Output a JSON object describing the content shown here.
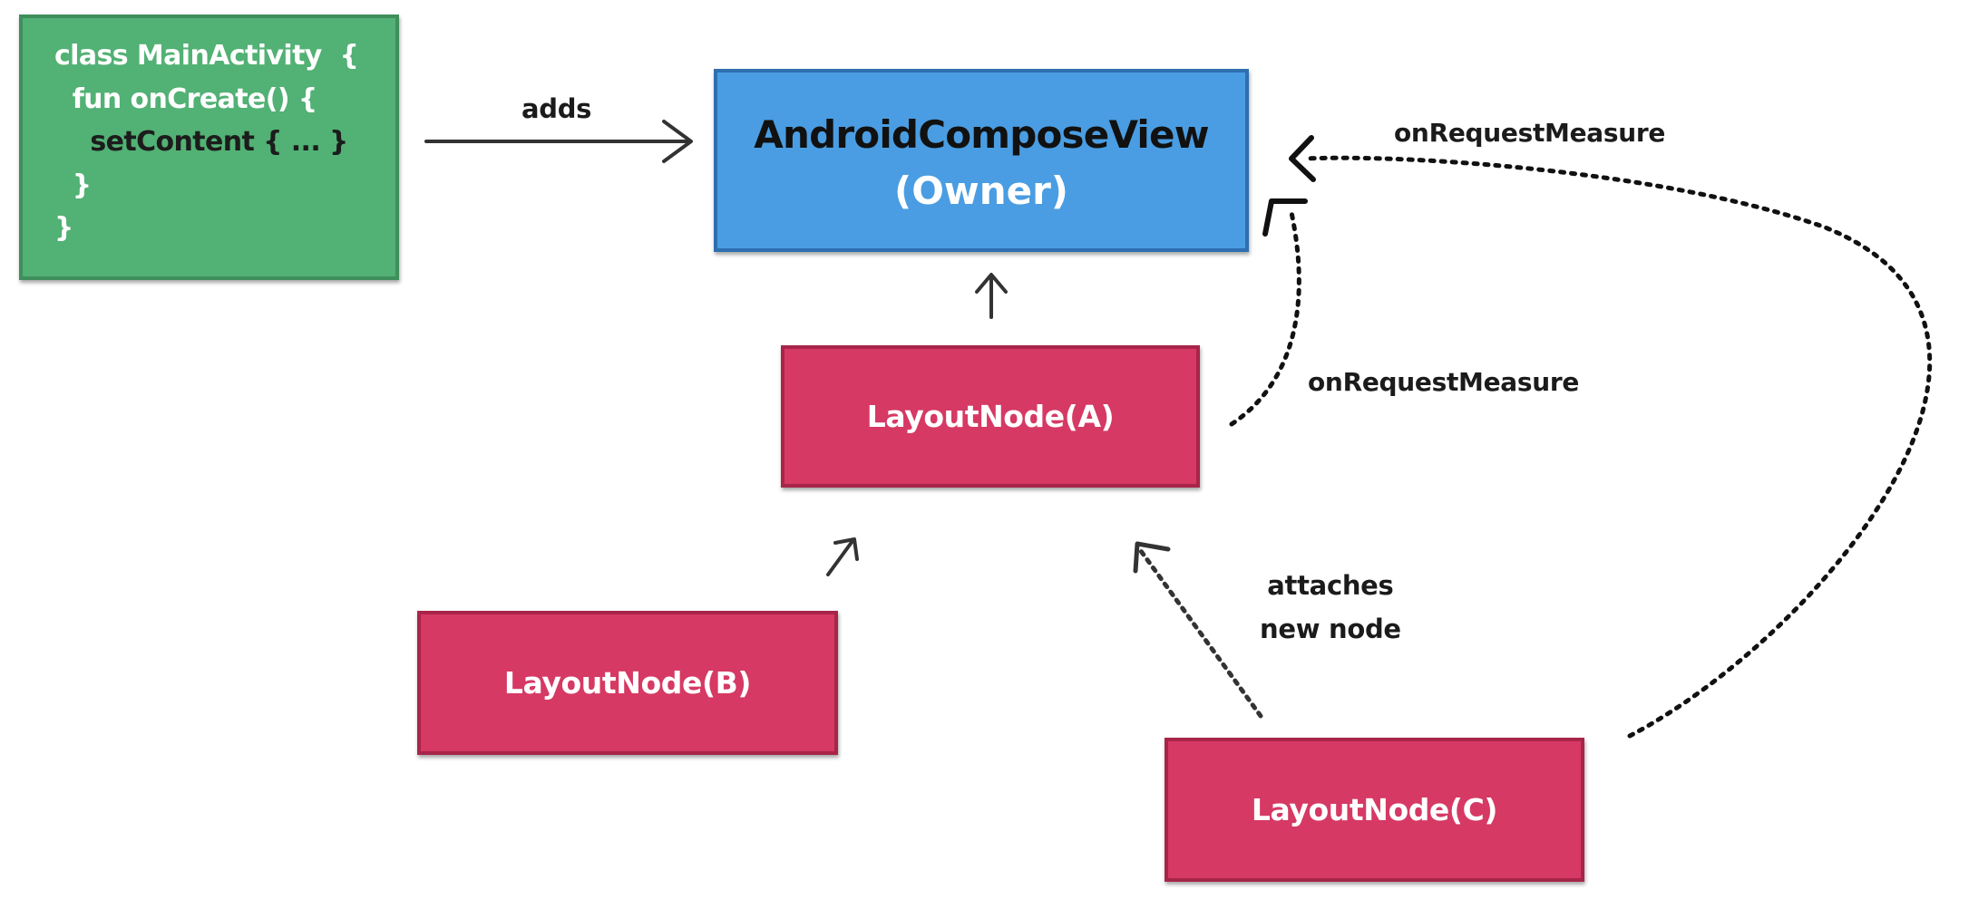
{
  "diagram": {
    "code_block": {
      "lines": [
        "class MainActivity  {",
        "  fun onCreate() {",
        "    setContent { ... }",
        "  }",
        "}"
      ]
    },
    "owner": {
      "title": "AndroidComposeView",
      "subtitle": "(Owner)"
    },
    "nodes": {
      "a": "LayoutNode(A)",
      "b": "LayoutNode(B)",
      "c": "LayoutNode(C)"
    },
    "labels": {
      "adds": "adds",
      "on_request_measure_top": "onRequestMeasure",
      "on_request_measure_mid": "onRequestMeasure",
      "attaches_line1": "attaches",
      "attaches_line2": "new node"
    },
    "colors": {
      "code_box": "#52b174",
      "owner_box": "#4a9de2",
      "node_box": "#d63964",
      "arrow": "#333333",
      "dotted": "#111111"
    }
  }
}
